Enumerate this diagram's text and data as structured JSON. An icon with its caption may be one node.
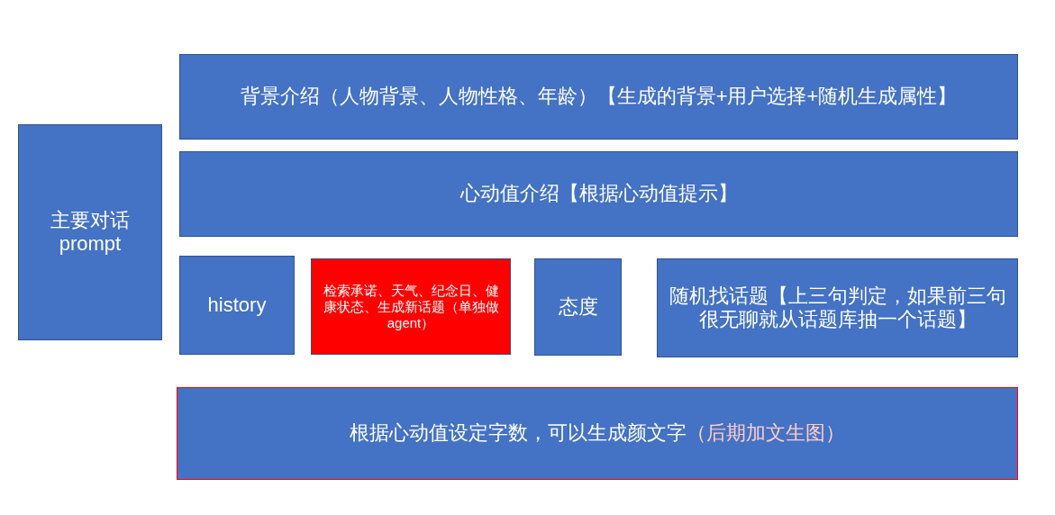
{
  "diagram": {
    "nodes": [
      {
        "text": [
          "主要对话 prompt"
        ]
      },
      {
        "text": [
          "背景介绍（人物背景、人物性格、年龄）【生成的背景+用户选择+随机生成属性】"
        ]
      },
      {
        "text": [
          "心动值介绍【根据心动值提示】"
        ]
      },
      {
        "text": [
          "history"
        ]
      },
      {
        "text": [
          "检索承诺、天气、纪念日、健康状态、生成新话题（单独做agent）"
        ]
      },
      {
        "text": [
          "态度"
        ]
      },
      {
        "text": [
          "随机找话题【上三句判定，如果前三句很无聊就从话题库抽一个话题】"
        ]
      },
      {
        "text": [
          "根据心动值设定字数，可以生成颜文字",
          "（后期加文生图）"
        ]
      }
    ]
  }
}
